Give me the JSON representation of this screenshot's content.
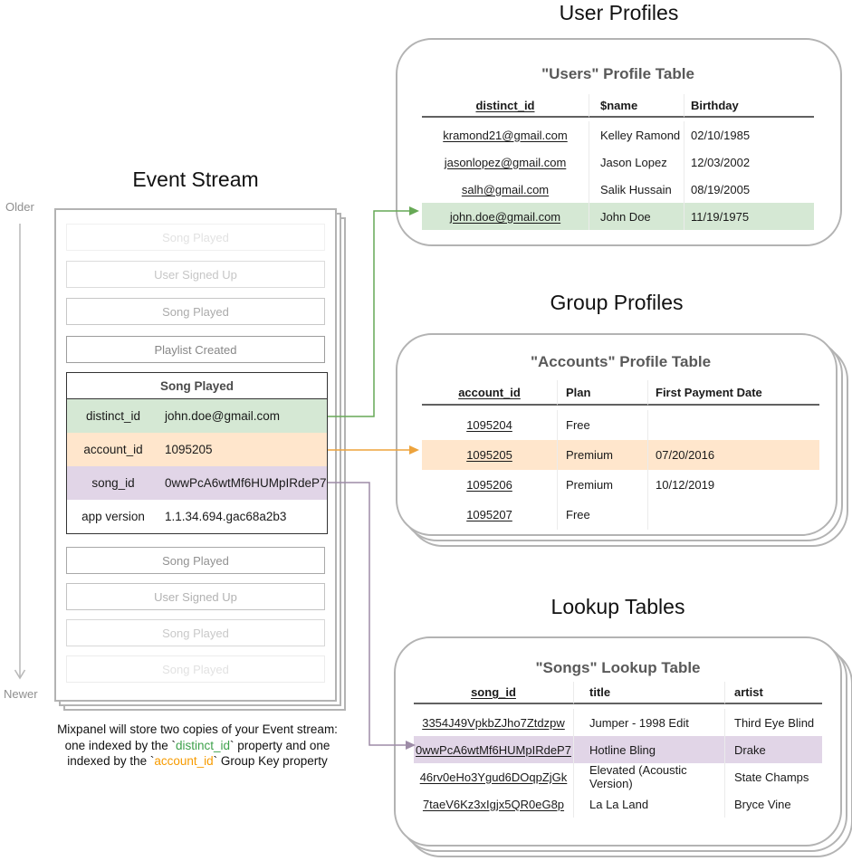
{
  "colors": {
    "highlight_green": "#d5e8d4",
    "highlight_orange": "#ffe6cc",
    "highlight_purple": "#e1d5e7",
    "arrow_green": "#67a956",
    "arrow_orange": "#eda33c",
    "arrow_purple": "#9d8ba7",
    "caption_green": "#3da14a",
    "caption_orange": "#f79b00",
    "card_border": "#b3b3b3",
    "timeline_gray": "#b8b8b8"
  },
  "event_stream": {
    "title": "Event Stream",
    "older_label": "Older",
    "newer_label": "Newer",
    "events_before": [
      "Song Played",
      "User Signed Up",
      "Song Played",
      "Playlist Created"
    ],
    "focus_event": {
      "name": "Song Played",
      "properties": [
        {
          "key": "distinct_id",
          "value": "john.doe@gmail.com"
        },
        {
          "key": "account_id",
          "value": "1095205"
        },
        {
          "key": "song_id",
          "value": "0wwPcA6wtMf6HUMpIRdeP7"
        },
        {
          "key": "app version",
          "value": "1.1.34.694.gac68a2b3"
        }
      ]
    },
    "events_after": [
      "Song Played",
      "User Signed Up",
      "Song Played",
      "Song Played"
    ]
  },
  "user_profiles": {
    "section_title": "User Profiles",
    "table_title": "\"Users\" Profile Table",
    "columns": [
      "distinct_id",
      "$name",
      "Birthday"
    ],
    "rows": [
      [
        "kramond21@gmail.com",
        "Kelley Ramond",
        "02/10/1985"
      ],
      [
        "jasonlopez@gmail.com",
        "Jason Lopez",
        "12/03/2002"
      ],
      [
        "salh@gmail.com",
        "Salik Hussain",
        "08/19/2005"
      ],
      [
        "john.doe@gmail.com",
        "John Doe",
        "11/19/1975"
      ]
    ]
  },
  "group_profiles": {
    "section_title": "Group Profiles",
    "table_title": "\"Accounts\" Profile Table",
    "columns": [
      "account_id",
      "Plan",
      "First Payment Date"
    ],
    "rows": [
      [
        "1095204",
        "Free",
        ""
      ],
      [
        "1095205",
        "Premium",
        "07/20/2016"
      ],
      [
        "1095206",
        "Premium",
        "10/12/2019"
      ],
      [
        "1095207",
        "Free",
        ""
      ]
    ]
  },
  "lookup_tables": {
    "section_title": "Lookup Tables",
    "table_title": "\"Songs\" Lookup Table",
    "columns": [
      "song_id",
      "title",
      "artist"
    ],
    "rows": [
      [
        "3354J49VpkbZJho7Ztdzpw",
        "Jumper - 1998 Edit",
        "Third Eye Blind"
      ],
      [
        "0wwPcA6wtMf6HUMpIRdeP7",
        "Hotline Bling",
        "Drake"
      ],
      [
        "46rv0eHo3Ygud6DOqpZjGk",
        "Elevated (Acoustic Version)",
        "State Champs"
      ],
      [
        "7taeV6Kz3xIgjx5QR0eG8p",
        "La La Land",
        "Bryce Vine"
      ]
    ]
  },
  "caption": {
    "line1": "Mixpanel will store two copies of your Event stream:",
    "line2_pre": "one indexed by the `",
    "line2_token": "distinct_id",
    "line2_post": "` property and one",
    "line3_pre": "indexed by the `",
    "line3_token": "account_id",
    "line3_post": "` Group Key property"
  }
}
